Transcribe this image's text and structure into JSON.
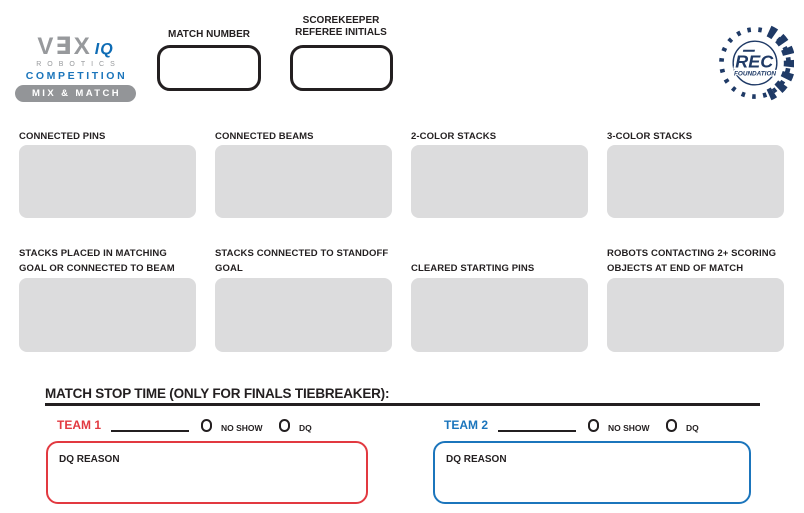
{
  "header": {
    "vex_logo": {
      "wordmark": "V∃X",
      "iq": "IQ",
      "robotics": "ROBOTICS",
      "competition": "COMPETITION",
      "season_badge": "MIX & MATCH"
    },
    "match_number": {
      "label": "MATCH NUMBER"
    },
    "scorekeeper": {
      "label_line1": "SCOREKEEPER",
      "label_line2": "REFEREE INITIALS"
    },
    "rec_foundation": {
      "name": "REC",
      "subname": "FOUNDATION"
    }
  },
  "score_fields": [
    {
      "label": "CONNECTED PINS"
    },
    {
      "label": "CONNECTED BEAMS"
    },
    {
      "label": "2-COLOR STACKS"
    },
    {
      "label": "3-COLOR STACKS"
    },
    {
      "label": "STACKS PLACED IN MATCHING GOAL OR CONNECTED TO BEAM"
    },
    {
      "label": "STACKS CONNECTED TO STANDOFF GOAL"
    },
    {
      "label": "CLEARED STARTING PINS"
    },
    {
      "label": "ROBOTS CONTACTING 2+ SCORING OBJECTS AT END OF MATCH"
    }
  ],
  "match_stop": {
    "title": "MATCH STOP TIME (ONLY FOR FINALS TIEBREAKER):"
  },
  "teams": [
    {
      "label": "TEAM 1",
      "no_show": "NO SHOW",
      "dq": "DQ",
      "dq_reason": "DQ REASON",
      "accent": "#e23940"
    },
    {
      "label": "TEAM 2",
      "no_show": "NO SHOW",
      "dq": "DQ",
      "dq_reason": "DQ REASON",
      "accent": "#1b75bc"
    }
  ],
  "colors": {
    "ink": "#231f20",
    "field_box_gray": "#dcdcdd",
    "vex_gray": "#97999c",
    "vex_blue": "#1b75bb",
    "iq_blue": "#0e6cb5",
    "rec_navy": "#1f3a66",
    "team1_red": "#e23940",
    "team2_blue": "#1b75bc"
  }
}
